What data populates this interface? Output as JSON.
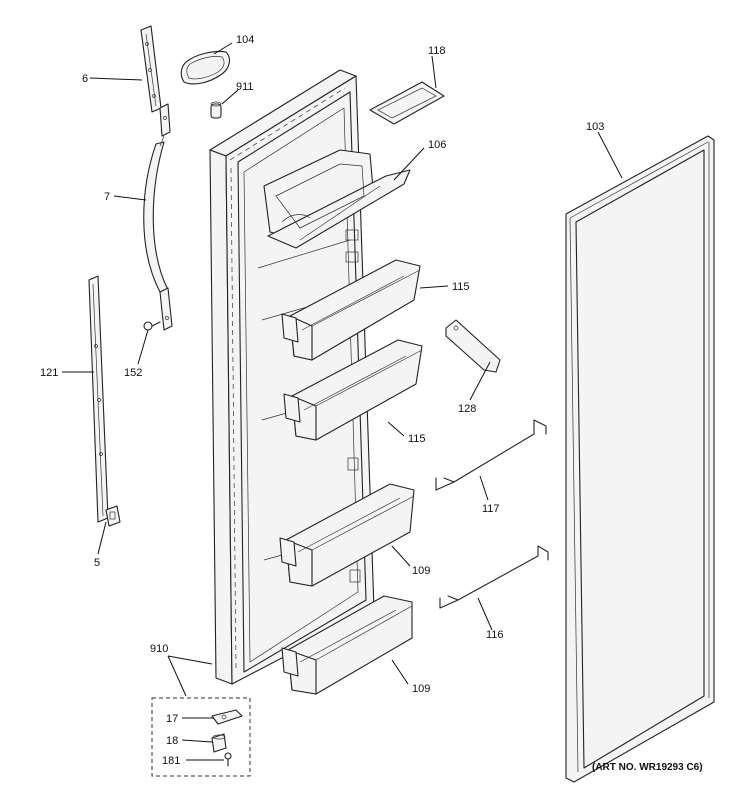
{
  "diagram": {
    "art_number": "(ART NO. WR19293 C6)",
    "callouts": [
      {
        "id": "c-104",
        "label": "104"
      },
      {
        "id": "c-6",
        "label": "6"
      },
      {
        "id": "c-911",
        "label": "911"
      },
      {
        "id": "c-118",
        "label": "118"
      },
      {
        "id": "c-106",
        "label": "106"
      },
      {
        "id": "c-103",
        "label": "103"
      },
      {
        "id": "c-7",
        "label": "7"
      },
      {
        "id": "c-115a",
        "label": "115"
      },
      {
        "id": "c-152",
        "label": "152"
      },
      {
        "id": "c-121",
        "label": "121"
      },
      {
        "id": "c-128",
        "label": "128"
      },
      {
        "id": "c-115b",
        "label": "115"
      },
      {
        "id": "c-117",
        "label": "117"
      },
      {
        "id": "c-5",
        "label": "5"
      },
      {
        "id": "c-109a",
        "label": "109"
      },
      {
        "id": "c-116",
        "label": "116"
      },
      {
        "id": "c-910",
        "label": "910"
      },
      {
        "id": "c-109b",
        "label": "109"
      },
      {
        "id": "c-17",
        "label": "17"
      },
      {
        "id": "c-18",
        "label": "18"
      },
      {
        "id": "c-181",
        "label": "181"
      }
    ]
  }
}
